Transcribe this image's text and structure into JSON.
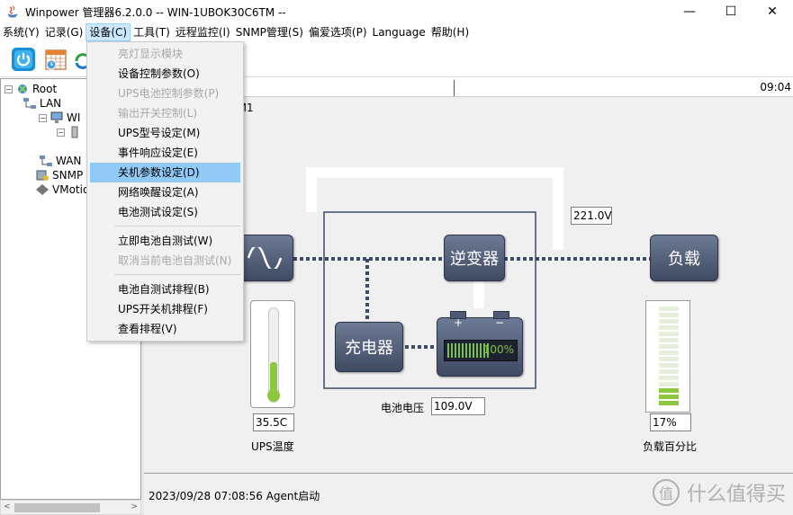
{
  "window": {
    "title": "Winpower 管理器6.2.0.0 -- WIN-1UBOK30C6TM --",
    "minimize": "—",
    "maximize": "☐",
    "close": "✕"
  },
  "menubar": [
    {
      "label": "系统(Y)"
    },
    {
      "label": "记录(G)"
    },
    {
      "label": "设备(C)"
    },
    {
      "label": "工具(T)"
    },
    {
      "label": "远程监控(I)"
    },
    {
      "label": "SNMP管理(S)"
    },
    {
      "label": "偏爱选项(P)"
    },
    {
      "label": "Language"
    },
    {
      "label": "帮助(H)"
    }
  ],
  "device_menu": {
    "items": [
      {
        "label": "亮灯显示模块",
        "enabled": false
      },
      {
        "label": "设备控制参数(O)",
        "enabled": true
      },
      {
        "label": "UPS电池控制参数(P)",
        "enabled": false
      },
      {
        "label": "输出开关控制(L)",
        "enabled": false
      },
      {
        "label": "UPS型号设定(M)",
        "enabled": true
      },
      {
        "label": "事件响应设定(E)",
        "enabled": true
      },
      {
        "label": "关机参数设定(D)",
        "enabled": true,
        "highlighted": true
      },
      {
        "label": "网络唤醒设定(A)",
        "enabled": true
      },
      {
        "label": "电池测试设定(S)",
        "enabled": true
      },
      {
        "label": "立即电池自测试(W)",
        "enabled": true
      },
      {
        "label": "取消当前电池自测试(N)",
        "enabled": false
      },
      {
        "label": "电池自测试排程(B)",
        "enabled": true
      },
      {
        "label": "UPS开关机排程(F)",
        "enabled": true
      },
      {
        "label": "查看排程(V)",
        "enabled": true
      }
    ]
  },
  "tree": {
    "root": "Root",
    "lan": "LAN",
    "lan_child": "WI",
    "wan": "WAN",
    "snmp": "SNMP",
    "vmotion": "VMotio"
  },
  "status_strip": {
    "time": "09:04"
  },
  "monitor": {
    "connection": ": COM1",
    "inverter_label": "逆变器",
    "charger_label": "充电器",
    "load_label": "负载",
    "output_voltage": "221.0V",
    "battery_voltage_caption": "电池电压",
    "battery_voltage": "109.0V",
    "battery_percent": "100%",
    "battery_plus": "+",
    "battery_minus": "−",
    "battery_level": 1.0,
    "ups_temp": "35.5C",
    "ups_temp_caption": "UPS温度",
    "load_percent": "17%",
    "load_level": 0.17,
    "load_caption": "负载百分比"
  },
  "log": {
    "line": "2023/09/28 07:08:56  Agent启动"
  },
  "watermark": {
    "symbol": "值",
    "text": "什么值得买"
  },
  "colors": {
    "block_top": "#6d7a94",
    "block_bottom": "#3f4a63",
    "menu_highlight": "#91c9f7",
    "battery_green": "#7cc242",
    "thermo_green": "#8dc63f"
  }
}
